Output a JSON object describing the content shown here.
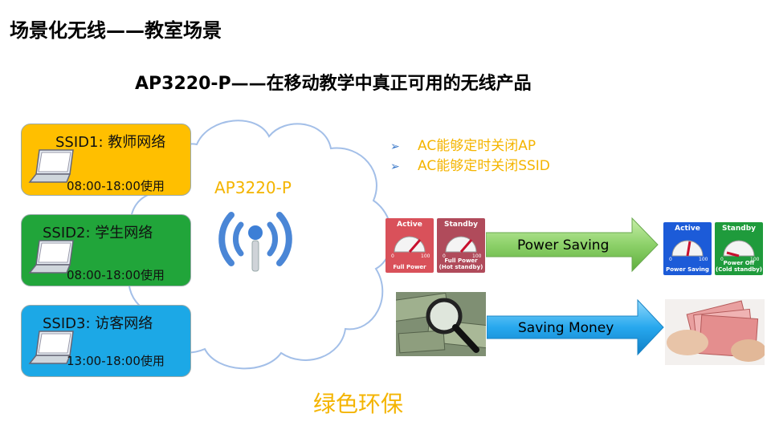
{
  "slide": {
    "title": "场景化无线——教室场景",
    "subtitle": "AP3220-P——在移动教学中真正可用的无线产品"
  },
  "ssids": [
    {
      "name": "SSID1: 教师网络",
      "time": "08:00-18:00使用",
      "color": "#ffbf00"
    },
    {
      "name": "SSID2: 学生网络",
      "time": "08:00-18:00使用",
      "color": "#21a53a"
    },
    {
      "name": "SSID3: 访客网络",
      "time": "13:00-18:00使用",
      "color": "#1ca8e6"
    }
  ],
  "ap": {
    "label": "AP3220-P",
    "icon": "wireless-ap-icon"
  },
  "bullets": [
    "AC能够定时关闭AP",
    "AC能够定时关闭SSID"
  ],
  "power_row": {
    "arrow_label": "Power Saving",
    "left_gauges": [
      {
        "title": "Active",
        "sub": "Full Power",
        "color": "#d9515a"
      },
      {
        "title": "Standby",
        "sub": "Full Power\n(Hot standby)",
        "color": "#b04b5b"
      }
    ],
    "right_gauges": [
      {
        "title": "Active",
        "sub": "Power Saving",
        "color": "#1c5bd8"
      },
      {
        "title": "Standby",
        "sub": "Power Off\n(Cold standby)",
        "color": "#1f9b3c"
      }
    ],
    "scale_min": "0",
    "scale_max": "100"
  },
  "money_row": {
    "arrow_label": "Saving Money"
  },
  "footer": {
    "green_label": "绿色环保"
  },
  "colors": {
    "accent": "#f4b400",
    "arrow_green": "#8dd16a",
    "arrow_blue": "#27a8ee"
  }
}
